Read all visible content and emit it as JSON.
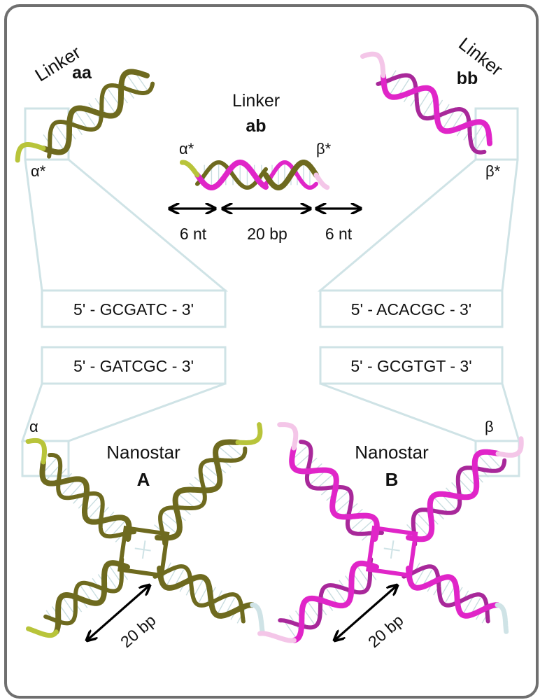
{
  "colors": {
    "olive": "#6e6a1f",
    "olive_light": "#b8c43a",
    "magenta": "#e025c8",
    "magenta_dark": "#a8289a",
    "pink_light": "#f4c6e8",
    "box_outline": "#cfe3e6",
    "frame": "#6f6f6f"
  },
  "linker_aa": {
    "title": "Linker",
    "name": "aa",
    "overhang_label": "α*"
  },
  "linker_bb": {
    "title": "Linker",
    "name": "bb",
    "overhang_label": "β*"
  },
  "linker_ab": {
    "title": "Linker",
    "name": "ab",
    "left_label": "α*",
    "right_label": "β*",
    "left_len": "6 nt",
    "middle_len": "20 bp",
    "right_len": "6 nt"
  },
  "sequences": {
    "alpha_star": "5' - GCGATC - 3'",
    "alpha": "5' - GATCGC - 3'",
    "beta_star": "5' - ACACGC - 3'",
    "beta": "5' - GCGTGT - 3'"
  },
  "nanostar_A": {
    "title": "Nanostar",
    "name": "A",
    "site_label": "α",
    "arm_len": "20 bp"
  },
  "nanostar_B": {
    "title": "Nanostar",
    "name": "B",
    "site_label": "β",
    "arm_len": "20 bp"
  }
}
